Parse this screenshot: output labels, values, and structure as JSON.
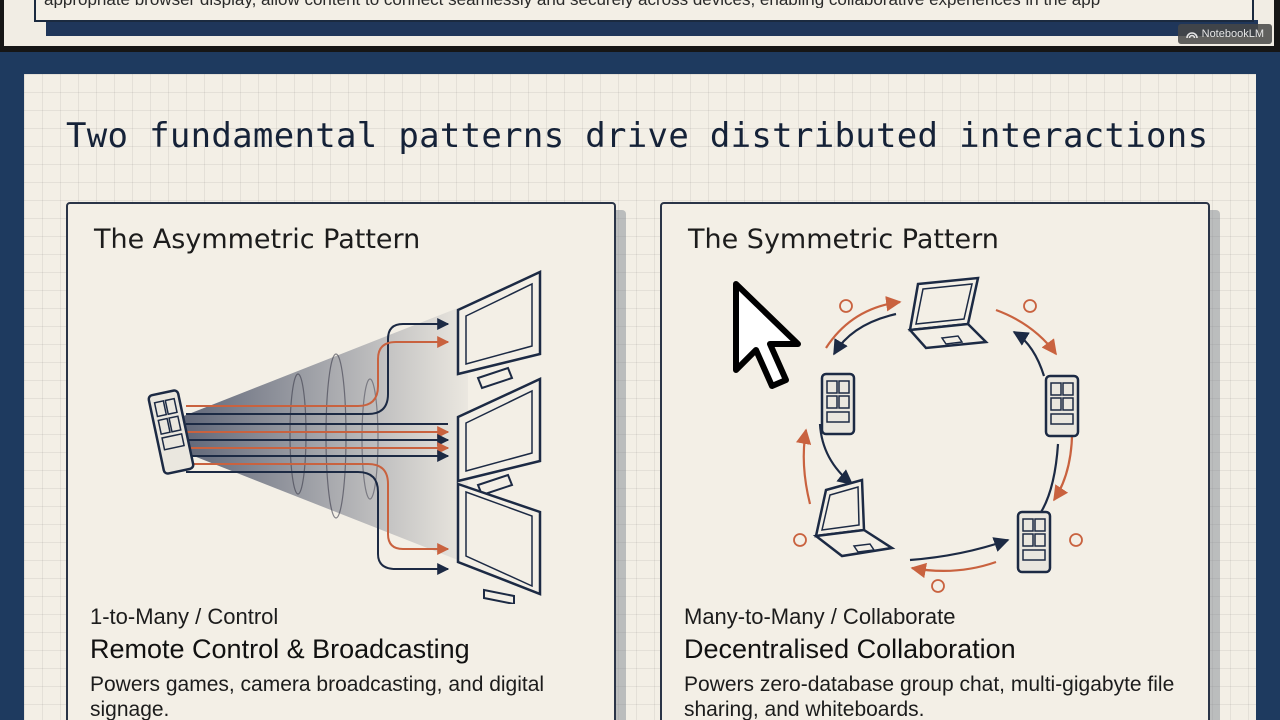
{
  "previous_slide": {
    "text": "appropriate browser display, allow content to connect seamlessly and securely across devices, enabling collaborative experiences in the app"
  },
  "watermark": {
    "label": "NotebookLM",
    "icon": "notebooklm-logo-icon"
  },
  "slide": {
    "title": "Two fundamental patterns drive distributed interactions",
    "panels": [
      {
        "id": "asymmetric",
        "title": "The Asymmetric Pattern",
        "subtitle": "1-to-Many / Control",
        "heading": "Remote Control & Broadcasting",
        "description": "Powers games, camera broadcasting, and digital signage."
      },
      {
        "id": "symmetric",
        "title": "The Symmetric Pattern",
        "subtitle": "Many-to-Many / Collaborate",
        "heading": "Decentralised Collaboration",
        "description": "Powers zero-database group chat, multi-gigabyte file sharing, and whiteboards."
      }
    ]
  },
  "colors": {
    "navy": "#1e3a5f",
    "ink": "#1c2a44",
    "accent_orange": "#c9623f",
    "paper": "#f3efe6"
  },
  "icons": [
    "phone-icon",
    "monitor-icon",
    "laptop-icon",
    "mouse-cursor-icon"
  ]
}
